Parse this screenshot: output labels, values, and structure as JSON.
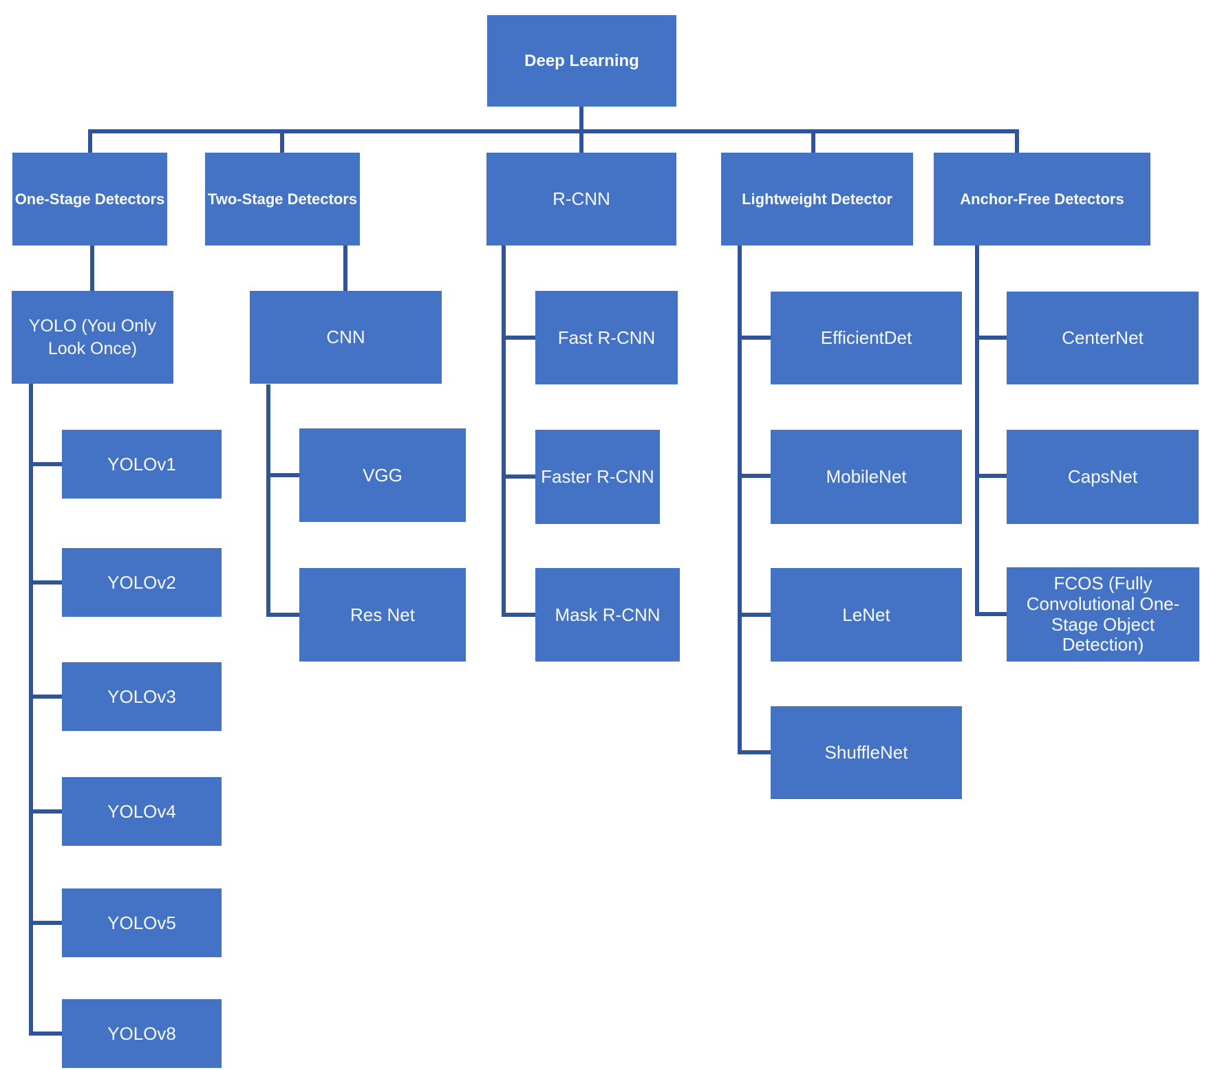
{
  "title": "Deep Learning detector taxonomy diagram",
  "colors": {
    "node_fill": "#4472C4",
    "connector_line": "#2F5597",
    "node_text": "#F7FAFD",
    "background": "#FFFFFF"
  },
  "chart": {
    "root": {
      "label": "Deep Learning"
    },
    "columns": [
      {
        "header": {
          "label": "One-Stage Detectors"
        },
        "mid": {
          "label": "YOLO (You Only Look Once)"
        },
        "children": [
          {
            "label": "YOLOv1"
          },
          {
            "label": "YOLOv2"
          },
          {
            "label": "YOLOv3"
          },
          {
            "label": "YOLOv4"
          },
          {
            "label": "YOLOv5"
          },
          {
            "label": "YOLOv8"
          }
        ]
      },
      {
        "header": {
          "label": "Two-Stage Detectors"
        },
        "mid": {
          "label": "CNN"
        },
        "children": [
          {
            "label": "VGG"
          },
          {
            "label": "Res Net"
          }
        ]
      },
      {
        "header": {
          "label": "R-CNN"
        },
        "children": [
          {
            "label": "Fast R-CNN"
          },
          {
            "label": "Faster R-CNN"
          },
          {
            "label": "Mask R-CNN"
          }
        ]
      },
      {
        "header": {
          "label": "Lightweight Detector"
        },
        "children": [
          {
            "label": "EfficientDet"
          },
          {
            "label": "MobileNet"
          },
          {
            "label": "LeNet"
          },
          {
            "label": "ShuffleNet"
          }
        ]
      },
      {
        "header": {
          "label": "Anchor-Free Detectors"
        },
        "children": [
          {
            "label": "CenterNet"
          },
          {
            "label": "CapsNet"
          },
          {
            "label": "FCOS (Fully Convolutional One-Stage Object Detection)"
          }
        ]
      }
    ]
  }
}
